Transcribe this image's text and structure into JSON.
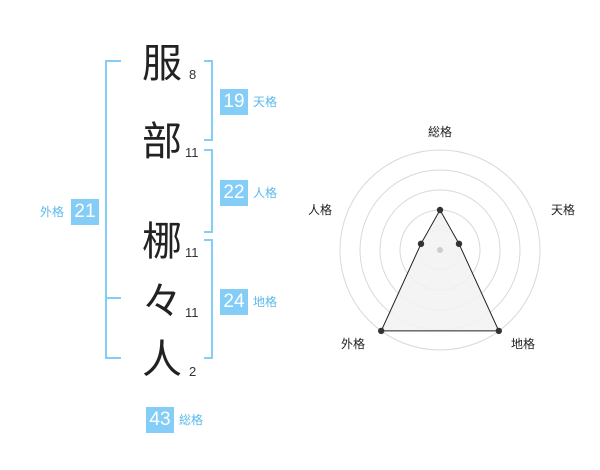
{
  "colors": {
    "accent": "#84cdf6",
    "accent_text": "#5bb9ec",
    "ink": "#222222",
    "grid": "#d9d9d9",
    "fill": "#f2f2f2"
  },
  "name": {
    "chars": [
      {
        "char": "服",
        "strokes": "8"
      },
      {
        "char": "部",
        "strokes": "11"
      },
      {
        "char": "梛",
        "strokes": "11"
      },
      {
        "char": "々",
        "strokes": "11"
      },
      {
        "char": "人",
        "strokes": "2"
      }
    ]
  },
  "kaku": {
    "tenkaku": {
      "value": "19",
      "label": "天格"
    },
    "jinkaku": {
      "value": "22",
      "label": "人格"
    },
    "chikaku": {
      "value": "24",
      "label": "地格"
    },
    "gaikaku": {
      "value": "21",
      "label": "外格"
    },
    "soukaku": {
      "value": "43",
      "label": "総格"
    }
  },
  "chart_data": {
    "type": "radar",
    "axes": [
      "総格",
      "天格",
      "地格",
      "外格",
      "人格"
    ],
    "rings": 5,
    "values": [
      2,
      1,
      5,
      5,
      1
    ],
    "max": 5
  }
}
